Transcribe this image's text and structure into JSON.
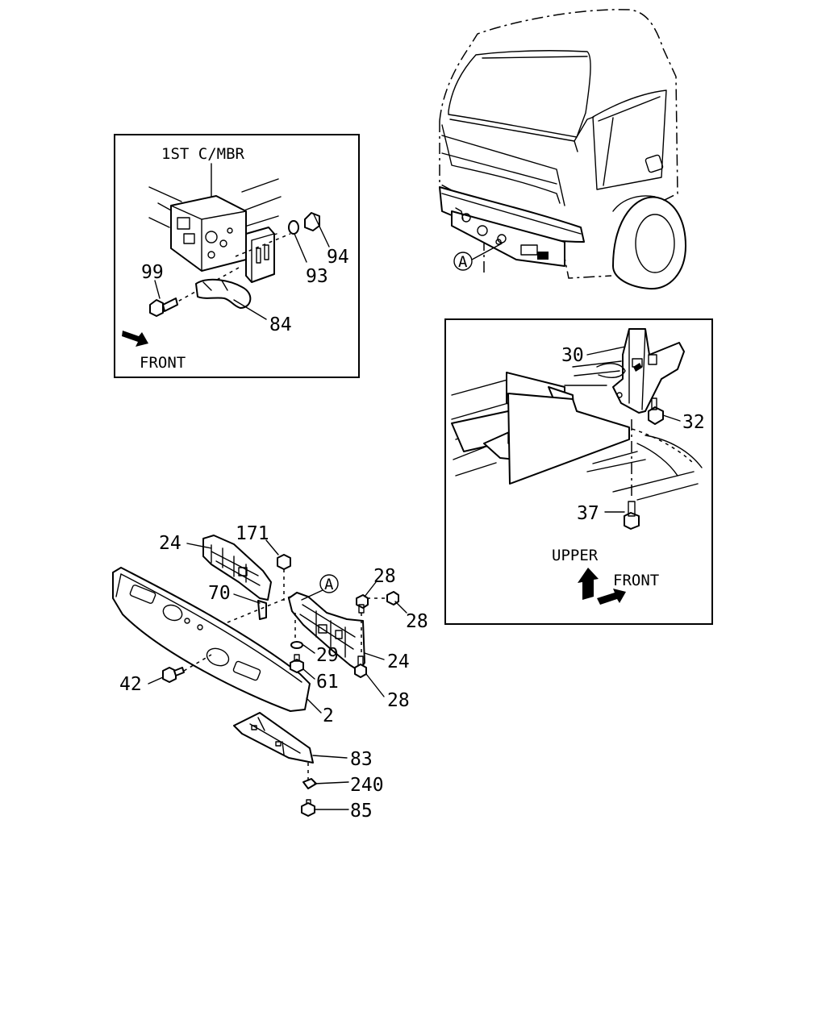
{
  "inset_tow_hook": {
    "caption": "1ST C/MBR",
    "direction_label": "FRONT",
    "part_labels": {
      "p94": "94",
      "p93": "93",
      "p99": "99",
      "p84": "84"
    }
  },
  "cab_view": {
    "callout": "A"
  },
  "inset_bracket": {
    "upper_label": "UPPER",
    "front_label": "FRONT",
    "part_labels": {
      "p30": "30",
      "p32": "32",
      "p37": "37"
    }
  },
  "bumper_assembly": {
    "callout": "A",
    "part_labels": {
      "p24a": "24",
      "p171": "171",
      "p70": "70",
      "p28a": "28",
      "p28b": "28",
      "p29": "29",
      "p24b": "24",
      "p42": "42",
      "p61": "61",
      "p28c": "28",
      "p2": "2",
      "p83": "83",
      "p240": "240",
      "p85": "85"
    }
  }
}
